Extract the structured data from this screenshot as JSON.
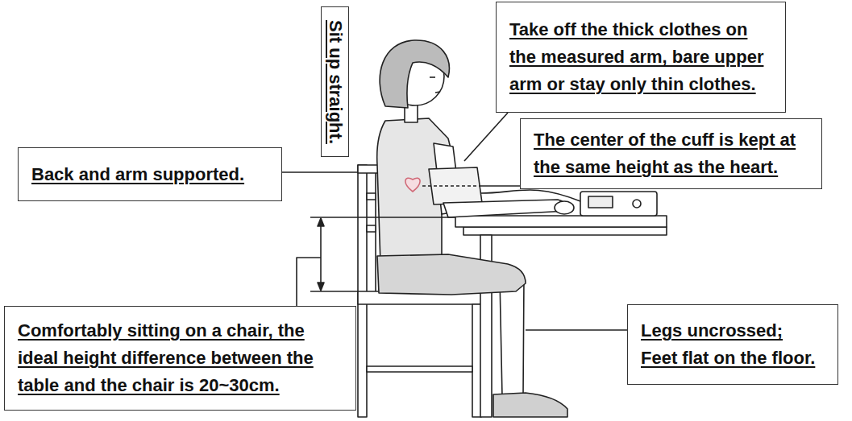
{
  "diagram": {
    "nodes": [
      {
        "text": [
          "Take off the thick clothes on the measured arm, bare upper arm or stay only thin clothes."
        ]
      },
      {
        "text": [
          "Sit up straight."
        ]
      },
      {
        "text": [
          "The center of the cuff is kept at the same height as the heart."
        ]
      },
      {
        "text": [
          "Back and arm supported."
        ]
      },
      {
        "text": [
          "Comfortably sitting on a chair, the ideal height difference between the table and the chair is 20~30cm."
        ]
      },
      {
        "text": [
          "Legs uncrossed; Feet flat on the floor."
        ]
      }
    ]
  }
}
